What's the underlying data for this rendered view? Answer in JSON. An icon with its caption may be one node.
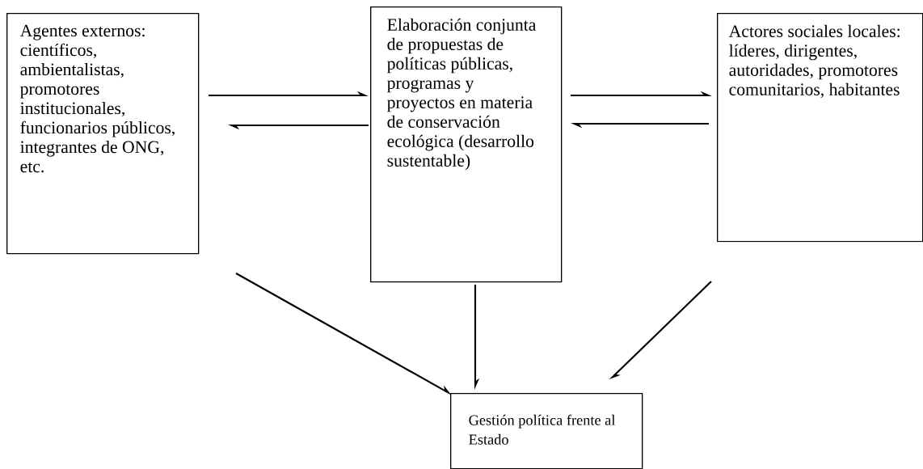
{
  "diagram": {
    "nodes": [
      {
        "text": [
          "Agentes externos: científicos, ambientalistas, promotores institucionales, funcionarios públicos, integrantes de ONG, etc."
        ]
      },
      {
        "text": [
          "Elaboración conjunta de propuestas de políticas públicas, programas y proyectos en materia de conservación ecológica (desarrollo sustentable)"
        ]
      },
      {
        "text": [
          "Actores sociales locales: líderes, dirigentes, autoridades, promotores comunitarios, habitantes"
        ]
      },
      {
        "text": [
          "Gestión política frente al Estado"
        ]
      }
    ],
    "edges": [
      {
        "from": 0,
        "to": 1,
        "arrow": "to"
      },
      {
        "from": 1,
        "to": 0,
        "arrow": "to"
      },
      {
        "from": 1,
        "to": 2,
        "arrow": "to"
      },
      {
        "from": 2,
        "to": 1,
        "arrow": "to"
      },
      {
        "from": 0,
        "to": 3,
        "arrow": "to"
      },
      {
        "from": 1,
        "to": 3,
        "arrow": "to"
      },
      {
        "from": 2,
        "to": 3,
        "arrow": "to"
      }
    ]
  }
}
